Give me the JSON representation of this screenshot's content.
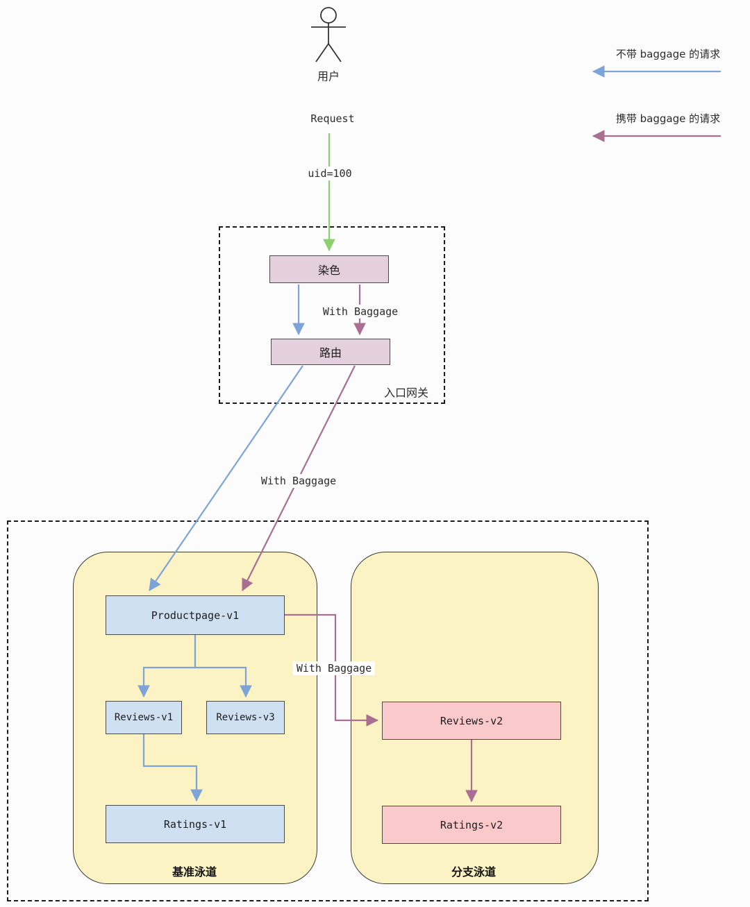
{
  "legend": {
    "no_baggage_label": "不带 baggage 的请求",
    "with_baggage_label": "携带 baggage 的请求"
  },
  "actor": {
    "label": "用户"
  },
  "flow": {
    "request_label": "Request",
    "uid_label": "uid=100"
  },
  "gateway": {
    "title": "入口网关",
    "dye_node": "染色",
    "route_node": "路由",
    "with_baggage_label": "With Baggage"
  },
  "edges": {
    "gateway_to_lane_with_baggage": "With Baggage",
    "productpage_to_reviews_v2_with_baggage": "With Baggage"
  },
  "lanes": {
    "baseline": {
      "title": "基准泳道",
      "productpage_v1": "Productpage-v1",
      "reviews_v1": "Reviews-v1",
      "reviews_v3": "Reviews-v3",
      "ratings_v1": "Ratings-v1"
    },
    "branch": {
      "title": "分支泳道",
      "reviews_v2": "Reviews-v2",
      "ratings_v2": "Ratings-v2"
    }
  },
  "colors": {
    "bg": "#fcfcfc",
    "arrow_blue": "#7da3d8",
    "arrow_purple": "#a96e92",
    "arrow_green": "#8ecf70",
    "node_blue": "#cfe0f2",
    "node_pink": "#fac9cc",
    "node_mauve": "#e3d0dc",
    "lane_yellow": "#fbf3c4",
    "line_dark": "#3c3c3c"
  }
}
